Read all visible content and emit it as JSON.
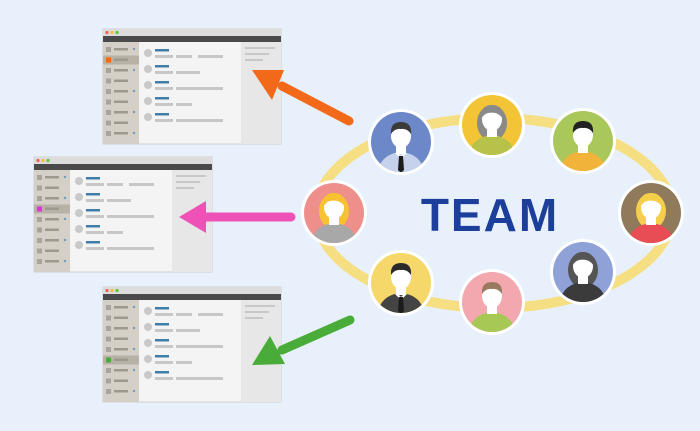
{
  "diagram": {
    "center_label": "TEAM",
    "colors": {
      "background": "#e8f1fb",
      "ring": "#f6de83",
      "team_text": "#1d3f9c",
      "arrow_orange": "#f2691a",
      "arrow_pink": "#ef52b7",
      "arrow_green": "#49ab38"
    },
    "windows": [
      {
        "name": "window-top",
        "highlight_color": "#f2691a"
      },
      {
        "name": "window-middle",
        "highlight_color": "#d93bd0"
      },
      {
        "name": "window-bottom",
        "highlight_color": "#49ab38"
      }
    ],
    "members": [
      {
        "name": "member-businessman-blue",
        "bg": "#6d88c8",
        "hair": "#3b3b3b",
        "skin": "#ffffff",
        "shirt": "#c6d2ec",
        "tie": true,
        "gender": "m"
      },
      {
        "name": "member-woman-yellow-bun",
        "bg": "#f2c436",
        "hair": "#8a8a8a",
        "skin": "#ffffff",
        "shirt": "#b6c24a",
        "gender": "f"
      },
      {
        "name": "member-man-green",
        "bg": "#a9c75b",
        "hair": "#222222",
        "skin": "#ffffff",
        "shirt": "#f2b33b",
        "gender": "m"
      },
      {
        "name": "member-woman-profile",
        "bg": "#8f7a5b",
        "hair": "#f6cf4a",
        "skin": "#ffffff",
        "shirt": "#e84d56",
        "gender": "f"
      },
      {
        "name": "member-woman-blue",
        "bg": "#8ea2d8",
        "hair": "#555555",
        "skin": "#ffffff",
        "shirt": "#3b3b3b",
        "gender": "f"
      },
      {
        "name": "member-man-pink",
        "bg": "#f3a7ae",
        "hair": "#9a7a5e",
        "skin": "#ffffff",
        "shirt": "#a8c856",
        "gender": "m"
      },
      {
        "name": "member-businessman-yellow",
        "bg": "#f6d76a",
        "hair": "#2a2a2a",
        "skin": "#ffffff",
        "shirt": "#444444",
        "tie": true,
        "gender": "m"
      },
      {
        "name": "member-woman-blonde",
        "bg": "#ef8f8c",
        "hair": "#f6c232",
        "skin": "#ffffff",
        "shirt": "#a8a8a8",
        "gender": "f"
      }
    ]
  }
}
